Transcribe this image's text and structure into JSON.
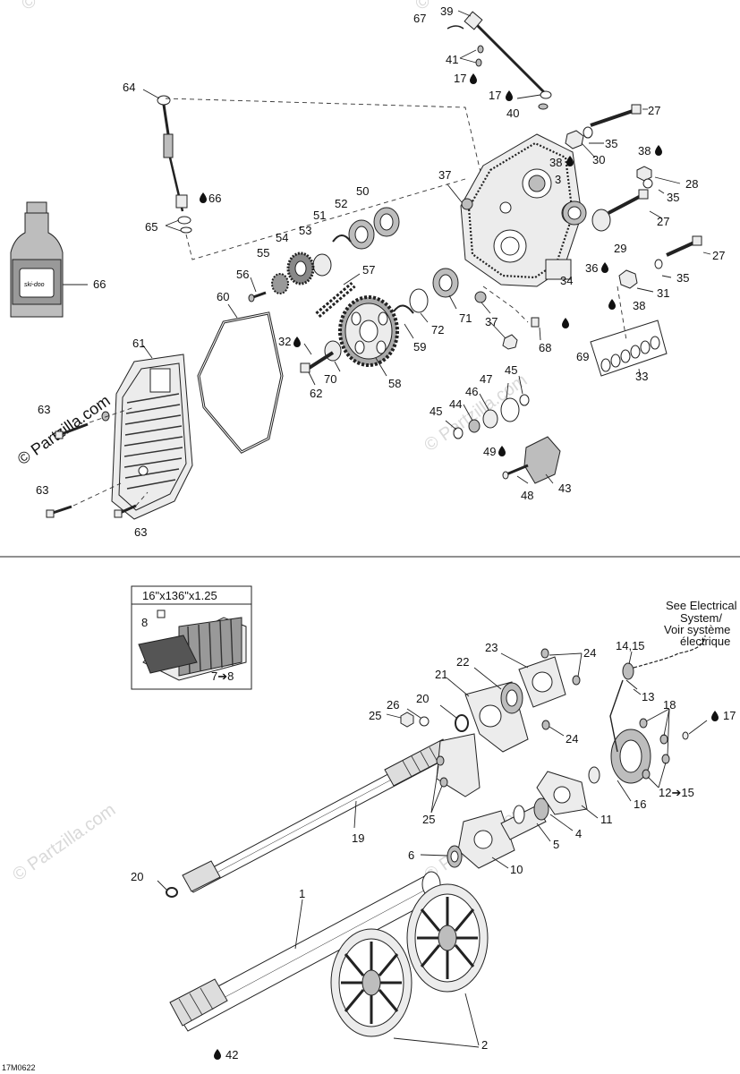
{
  "watermark": "© Partzilla.com",
  "diagram_code": "17M0622",
  "track_spec": "16\"x136\"x1.25",
  "track_note": "7➔8",
  "electrical_note": [
    "See Electrical",
    "System/",
    "Voir système",
    "électrique"
  ],
  "labels": {
    "p1": "1",
    "p2": "2",
    "p3": "3",
    "p4": "4",
    "p5": "5",
    "p6": "6",
    "p8": "8",
    "p10": "10",
    "p11": "11",
    "p13": "13",
    "p14_15": "14,15",
    "p12_15": "12➔15",
    "p16": "16",
    "p17a": "17",
    "p17b": "17",
    "p17c": "17",
    "p18": "18",
    "p19": "19",
    "p20a": "20",
    "p20b": "20",
    "p21": "21",
    "p22": "22",
    "p23": "23",
    "p24a": "24",
    "p24b": "24",
    "p25a": "25",
    "p25b": "25",
    "p26": "26",
    "p27a": "27",
    "p27b": "27",
    "p27c": "27",
    "p28": "28",
    "p29": "29",
    "p30": "30",
    "p31": "31",
    "p32": "32",
    "p33": "33",
    "p34": "34",
    "p35a": "35",
    "p35b": "35",
    "p35c": "35",
    "p36": "36",
    "p37a": "37",
    "p37b": "37",
    "p38a": "38",
    "p38b": "38",
    "p38c": "38",
    "p39": "39",
    "p40": "40",
    "p41": "41",
    "p42": "42",
    "p43": "43",
    "p44": "44",
    "p45a": "45",
    "p45b": "45",
    "p46": "46",
    "p47": "47",
    "p48": "48",
    "p49": "49",
    "p50": "50",
    "p51": "51",
    "p52": "52",
    "p53": "53",
    "p54": "54",
    "p55": "55",
    "p56": "56",
    "p57": "57",
    "p58": "58",
    "p59": "59",
    "p60": "60",
    "p61": "61",
    "p62": "62",
    "p63a": "63",
    "p63b": "63",
    "p63c": "63",
    "p64": "64",
    "p65": "65",
    "p66a": "66",
    "p66b": "66",
    "p67": "67",
    "p68": "68",
    "p69": "69",
    "p70": "70",
    "p71": "71",
    "p72": "72"
  }
}
